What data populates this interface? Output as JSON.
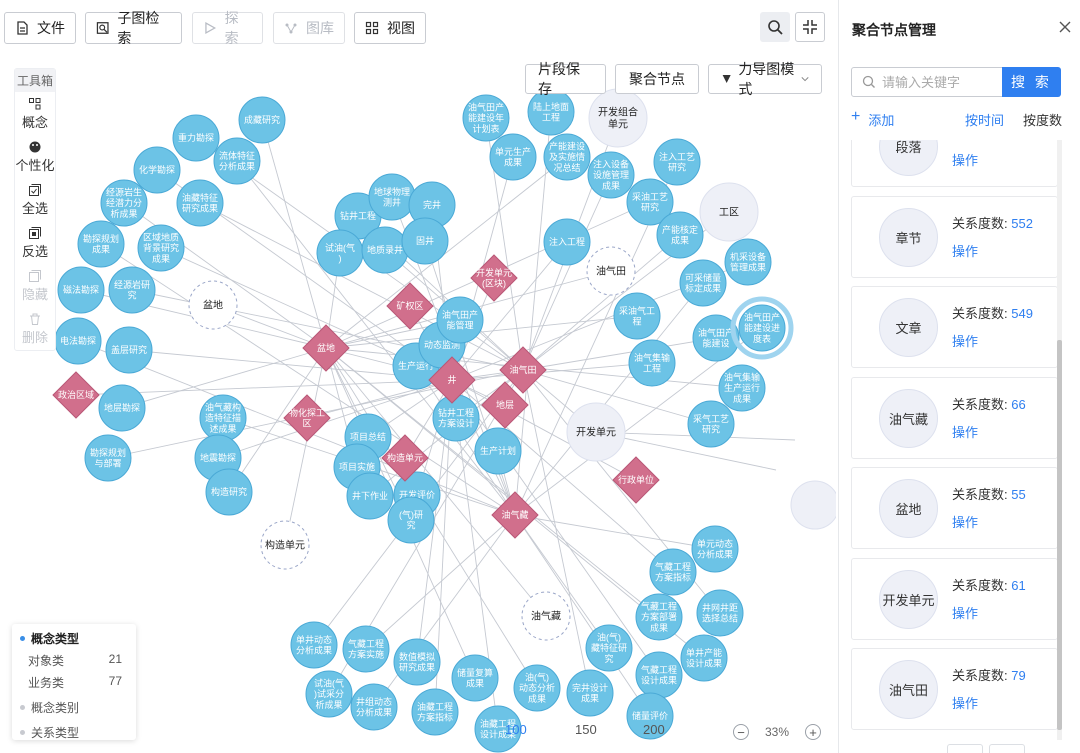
{
  "toolbar": {
    "file_label": "文件",
    "subgraph_label": "子图检索",
    "explore_label": "探索",
    "gallery_label": "图库",
    "view_label": "视图"
  },
  "graph_actions": {
    "save_fragment": "片段保存",
    "aggregate_nodes": "聚合节点",
    "layout_mode": "力导图模式"
  },
  "toolbox": {
    "title": "工具箱",
    "items": [
      "概念",
      "个性化",
      "全选",
      "反选",
      "隐藏",
      "删除"
    ]
  },
  "legend": {
    "concept_type": "概念类型",
    "rows": [
      {
        "label": "对象类",
        "count": "21"
      },
      {
        "label": "业务类",
        "count": "77"
      }
    ],
    "concept_category": "概念类别",
    "relation_type": "关系类型"
  },
  "zoom": {
    "level": "33%",
    "minus": "−",
    "plus": "+"
  },
  "timeline": {
    "ticks": [
      "100",
      "150",
      "200"
    ]
  },
  "panel": {
    "title": "聚合节点管理",
    "search_placeholder": "请输入关键字",
    "search_button": "搜 索",
    "add_label": "添加",
    "by_time": "按时间",
    "by_degree": "按度数",
    "degree_prefix": "关系度数: ",
    "operate_label": "操作",
    "cards": [
      {
        "name": "段落",
        "degree": ""
      },
      {
        "name": "章节",
        "degree": "552"
      },
      {
        "name": "文章",
        "degree": "549"
      },
      {
        "name": "油气藏",
        "degree": "66"
      },
      {
        "name": "盆地",
        "degree": "55"
      },
      {
        "name": "开发单元",
        "degree": "61"
      },
      {
        "name": "油气田",
        "degree": "79"
      }
    ]
  },
  "colors": {
    "node": "#6cc3e6",
    "node_stroke": "#4aa9d6",
    "diamond": "#d16f8c",
    "accent": "#2f7ff0"
  },
  "graph": {
    "hubs": [
      {
        "id": "h-pendi",
        "label": "盆地"
      },
      {
        "id": "h-youqitian",
        "label": "油气田"
      },
      {
        "id": "h-youqizang",
        "label": "油气藏"
      },
      {
        "id": "h-kaifadanyuan",
        "label": "开发单元"
      },
      {
        "id": "h-gouzaodanyuan",
        "label": "构造单元"
      }
    ],
    "diamonds": [
      "盆地",
      "矿权区",
      "开发单元(区块)",
      "政治区域",
      "物化探工区",
      "构造单元",
      "油气田",
      "地层",
      "行政单位",
      "油气藏",
      "井"
    ],
    "ghosts": [
      "盆地",
      "油气田",
      "构造单元",
      "油气藏"
    ],
    "greys": [
      "开发组合单元",
      "工区",
      "开发单元"
    ],
    "nodes": [
      "成藏研究",
      "重力勘探",
      "流体特征分析成果",
      "化学勘探",
      "经源岩生经潜力分析成果",
      "油藏特征研究成果",
      "勘探规划成果",
      "区域地质背景研究成果",
      "磁法勘探",
      "经源岩研究",
      "电法勘探",
      "盖层研究",
      "地层勘探",
      "勘探规划与部署",
      "油气藏构造特征描述成果",
      "地震勘探",
      "构造研究",
      "钻井工程",
      "地球物理测井",
      "完井",
      "试油(气)",
      "地质录井",
      "固井",
      "项目总结",
      "项目实施",
      "井下作业",
      "生产运行",
      "动态监测",
      "油气田产能管理",
      "钻井工程方案设计",
      "生产计划",
      "开发评价",
      "(气)研究",
      "油气田产能建设年计划表",
      "陆上地面工程",
      "单元生产成果",
      "产能建设及实施情况总结",
      "注入设备设施管理成果",
      "注入工艺研究",
      "注入工程",
      "采油工艺研究",
      "产能核定成果",
      "可采储量标定成果",
      "机采设备管理成果",
      "采油气工程",
      "油气田产能建设",
      "油气田产能建设进度表",
      "油气集输工程",
      "油气集输生产运行成果",
      "采气工艺研究",
      "单元动态分析成果",
      "气藏工程方案指标",
      "气藏工程方案部署成果",
      "井网井距选择总结",
      "油(气)藏特征研究",
      "气藏工程设计成果",
      "单井产能设计成果",
      "单井动态分析成果",
      "气藏工程方案实施",
      "数值模拟研究成果",
      "储量复算成果",
      "试油(气)试采分析成果",
      "井组动态分析成果",
      "油藏工程方案指标",
      "油(气)动态分析成果",
      "完井设计成果",
      "储量评价",
      "油藏工程设计成果"
    ]
  }
}
